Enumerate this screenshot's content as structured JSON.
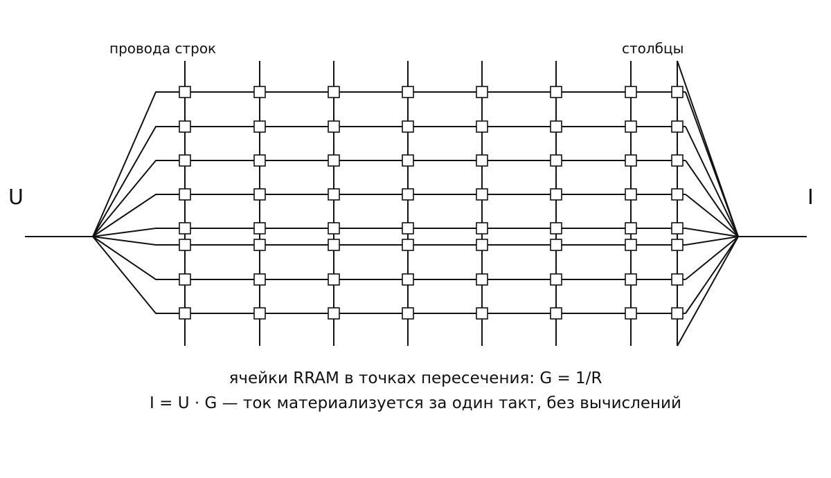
{
  "diagram": {
    "rows_label": "провода строк",
    "columns_label": "столбцы",
    "input_label": "U",
    "output_label": "I",
    "caption_line1": "ячейки RRAM в точках пересечения: G = 1/R",
    "caption_line2": "I = U · G — ток материализуется за один такт, без вычислений",
    "row_count": 8,
    "column_count": 8,
    "cell_marker": "square",
    "line_color": "#111111",
    "cell_fill": "#ffffff"
  }
}
